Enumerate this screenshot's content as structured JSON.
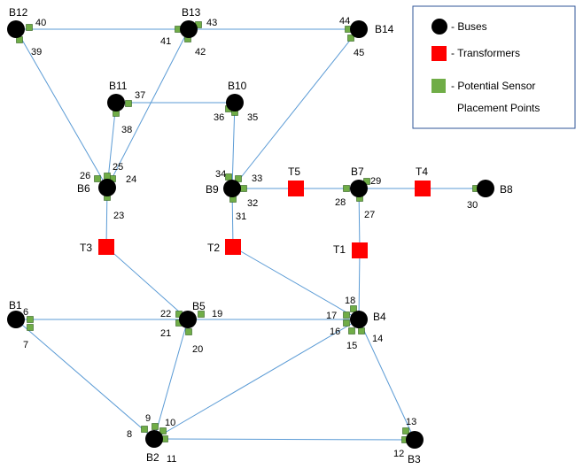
{
  "colors": {
    "line": "#5b9bd5",
    "bus": "#000000",
    "transformer": "#ff0000",
    "sensor": "#70ad47",
    "sensor_border": "#2e5e1e",
    "legend_border": "#2f5597"
  },
  "legend": {
    "buses": "- Buses",
    "transformers": "- Transformers",
    "sensor_line1": "- Potential Sensor",
    "sensor_line2": "Placement Points"
  },
  "buses": [
    {
      "id": "B1",
      "label": "B1"
    },
    {
      "id": "B2",
      "label": "B2"
    },
    {
      "id": "B3",
      "label": "B3"
    },
    {
      "id": "B4",
      "label": "B4"
    },
    {
      "id": "B5",
      "label": "B5"
    },
    {
      "id": "B6",
      "label": "B6"
    },
    {
      "id": "B7",
      "label": "B7"
    },
    {
      "id": "B8",
      "label": "B8"
    },
    {
      "id": "B9",
      "label": "B9"
    },
    {
      "id": "B10",
      "label": "B10"
    },
    {
      "id": "B11",
      "label": "B11"
    },
    {
      "id": "B12",
      "label": "B12"
    },
    {
      "id": "B13",
      "label": "B13"
    },
    {
      "id": "B14",
      "label": "B14"
    }
  ],
  "transformers": [
    {
      "id": "T1",
      "label": "T1"
    },
    {
      "id": "T2",
      "label": "T2"
    },
    {
      "id": "T3",
      "label": "T3"
    },
    {
      "id": "T4",
      "label": "T4"
    },
    {
      "id": "T5",
      "label": "T5"
    }
  ],
  "connections": [
    [
      "B1",
      "B5"
    ],
    [
      "B1",
      "B2"
    ],
    [
      "B2",
      "B5"
    ],
    [
      "B2",
      "B3"
    ],
    [
      "B2",
      "B4"
    ],
    [
      "B3",
      "B4"
    ],
    [
      "B4",
      "B5"
    ],
    [
      "B4",
      "T1"
    ],
    [
      "T1",
      "B7"
    ],
    [
      "B7",
      "T4"
    ],
    [
      "T4",
      "B8"
    ],
    [
      "B7",
      "T5"
    ],
    [
      "T5",
      "B9"
    ],
    [
      "B9",
      "T2"
    ],
    [
      "T2",
      "B4"
    ],
    [
      "B9",
      "B10"
    ],
    [
      "B9",
      "B14"
    ],
    [
      "B5",
      "T3"
    ],
    [
      "T3",
      "B6"
    ],
    [
      "B6",
      "B11"
    ],
    [
      "B6",
      "B12"
    ],
    [
      "B6",
      "B13"
    ],
    [
      "B11",
      "B10"
    ],
    [
      "B12",
      "B13"
    ],
    [
      "B13",
      "B14"
    ]
  ],
  "sensors": [
    {
      "label": "6"
    },
    {
      "label": "7"
    },
    {
      "label": "8"
    },
    {
      "label": "9"
    },
    {
      "label": "10"
    },
    {
      "label": "11"
    },
    {
      "label": "12"
    },
    {
      "label": "13"
    },
    {
      "label": "14"
    },
    {
      "label": "15"
    },
    {
      "label": "16"
    },
    {
      "label": "17"
    },
    {
      "label": "18"
    },
    {
      "label": "19"
    },
    {
      "label": "20"
    },
    {
      "label": "21"
    },
    {
      "label": "22"
    },
    {
      "label": "23"
    },
    {
      "label": "24"
    },
    {
      "label": "25"
    },
    {
      "label": "26"
    },
    {
      "label": "27"
    },
    {
      "label": "28"
    },
    {
      "label": "29"
    },
    {
      "label": "30"
    },
    {
      "label": "31"
    },
    {
      "label": "32"
    },
    {
      "label": "33"
    },
    {
      "label": "34"
    },
    {
      "label": "35"
    },
    {
      "label": "36"
    },
    {
      "label": "37"
    },
    {
      "label": "38"
    },
    {
      "label": "39"
    },
    {
      "label": "40"
    },
    {
      "label": "41"
    },
    {
      "label": "42"
    },
    {
      "label": "43"
    },
    {
      "label": "44"
    },
    {
      "label": "45"
    }
  ]
}
